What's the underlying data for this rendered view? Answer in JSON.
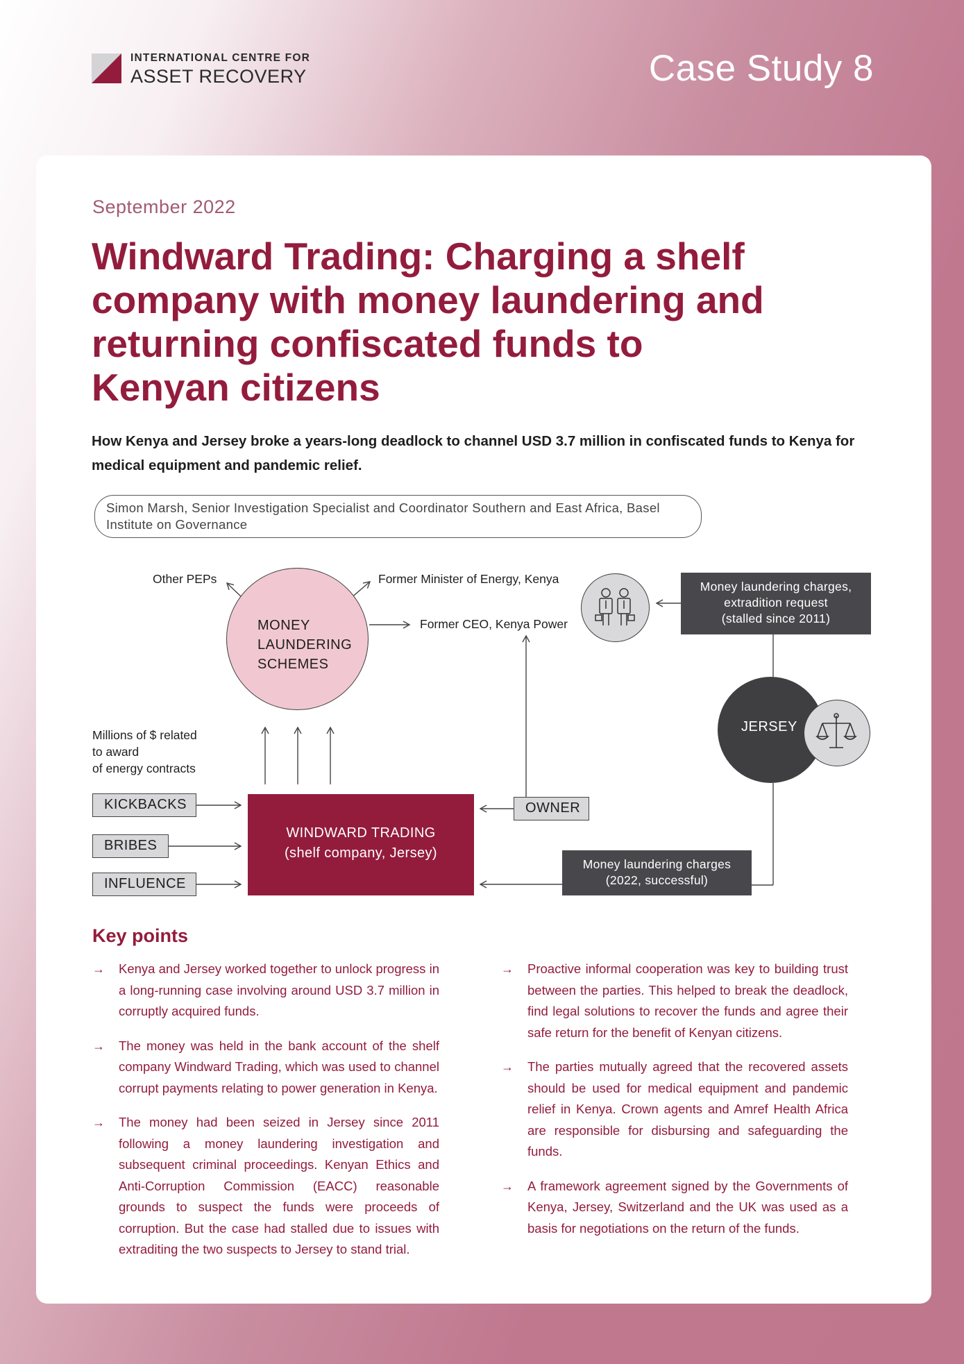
{
  "header": {
    "logo_line1": "INTERNATIONAL CENTRE FOR",
    "logo_line2": "ASSET RECOVERY",
    "case_study": "Case Study 8"
  },
  "document": {
    "date": "September 2022",
    "title": "Windward Trading: Charging a shelf company with money laundering and returning confiscated funds to Kenyan citizens",
    "subtitle": "How Kenya and Jersey broke a years-long deadlock to channel USD 3.7 million in confiscated funds to Kenya for medical equipment and pandemic relief.",
    "author": "Simon Marsh, Senior Investigation Specialist and Coordinator Southern and East Africa, Basel Institute on Governance"
  },
  "diagram": {
    "other_peps": "Other PEPs",
    "former_minister": "Former Minister of Energy, Kenya",
    "former_ceo": "Former CEO, Kenya Power",
    "ml_schemes_1": "MONEY",
    "ml_schemes_2": "LAUNDERING",
    "ml_schemes_3": "SCHEMES",
    "stalled_1": "Money laundering charges,",
    "stalled_2": "extradition request",
    "stalled_3": "(stalled since 2011)",
    "jersey": "JERSEY",
    "millions_1": "Millions of $ related",
    "millions_2": "to award",
    "millions_3": "of energy contracts",
    "kickbacks": "KICKBACKS",
    "bribes": "BRIBES",
    "influence": "INFLUENCE",
    "windward_1": "WINDWARD TRADING",
    "windward_2": "(shelf company, Jersey)",
    "owner": "OWNER",
    "success_1": "Money laundering charges",
    "success_2": "(2022, successful)"
  },
  "key_points": {
    "heading": "Key points",
    "left": [
      "Kenya and Jersey worked together to unlock progress in a long-running case involving around USD 3.7 million in corruptly acquired funds.",
      "The money was held in the bank account of the shelf company Windward Trading, which was used to channel corrupt payments relating to power generation in Kenya.",
      "The money had been seized in Jersey since 2011 following a money laundering investigation and subsequent criminal proceedings. Kenyan Ethics and Anti-Corruption Commission (EACC) reasonable grounds to suspect the funds were proceeds of corruption. But the case had stalled due to issues with extraditing the two suspects to Jersey to stand trial."
    ],
    "right": [
      "Proactive informal cooperation was key to building trust between the parties. This helped to break the deadlock, find legal solutions to recover the funds and agree their safe return for the benefit of Kenyan citizens.",
      "The parties mutually agreed that the recovered assets should be used for medical equipment and pandemic relief in Kenya. Crown agents and Amref Health Africa are responsible for disbursing and safeguarding the funds.",
      "A framework agreement signed by the Governments of Kenya, Jersey, Switzerland and the UK was used as a basis for negotiations on the return of the funds."
    ],
    "arrow_glyph": "→"
  },
  "colors": {
    "brand": "#931c3d",
    "dark_box": "#48484c",
    "circle_pink": "#f1c8d1"
  }
}
